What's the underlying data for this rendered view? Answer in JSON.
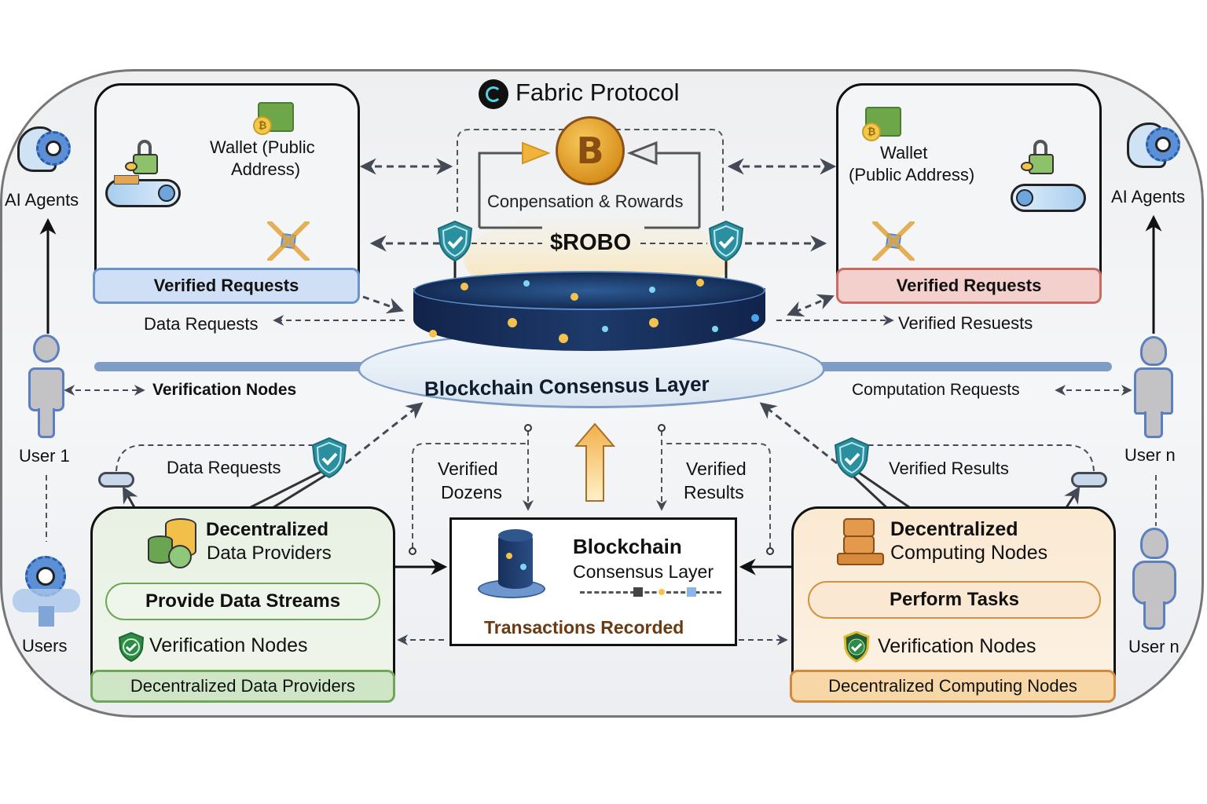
{
  "title": "Fabric Protocol",
  "token": "$ROBO",
  "rewards": {
    "label": "Conpensation & Rowards"
  },
  "consensus_layer": {
    "label": "Blockchain Consensus Layer"
  },
  "top_left_panel": {
    "wallet_label_line1": "Wallet (Public",
    "wallet_label_line2": "Address)",
    "footer": "Verified Requests"
  },
  "top_right_panel": {
    "wallet_label_line1": "Wallet",
    "wallet_label_line2": "(Public Address)",
    "footer": "Verified Requests"
  },
  "left_actors": {
    "ai_agents": "AI Agents",
    "user1": "User 1",
    "users": "Users"
  },
  "right_actors": {
    "ai_agents": "AI Agents",
    "user_n_top": "User n",
    "user_n_bottom": "User n"
  },
  "flow_labels": {
    "data_requests_top": "Data Requests",
    "verified_resuests": "Verified Resuests",
    "verification_nodes_left": "Verification Nodes",
    "computation_requests": "Computation Requests",
    "data_requests_mid": "Data Requests",
    "verified_results_mid": "Verified Results",
    "verified_dozens_line1": "Verified",
    "verified_dozens_line2": "Dozens",
    "verified_results_line1": "Verified",
    "verified_results_line2": "Results"
  },
  "data_providers": {
    "title_line1": "Decentralized",
    "title_line2": "Data Providers",
    "action": "Provide Data Streams",
    "verification": "Verification Nodes",
    "footer": "Decentralized Data Providers"
  },
  "computing_nodes": {
    "title_line1": "Decentralized",
    "title_line2": "Computing Nodes",
    "action": "Perform Tasks",
    "verification": "Verification Nodes",
    "footer": "Decentralized Computing Nodes"
  },
  "center_box": {
    "title_line1": "Blockchain",
    "title_line2": "Consensus Layer",
    "status": "Transactions Recorded"
  },
  "colors": {
    "blue_bar": "#cfe0f6",
    "red_bar": "#f4d0cd",
    "green_panel": "#e6f0e1",
    "orange_panel": "#fbe9d3",
    "teal_shield": "#2a8f9e",
    "coin_gold": "#e0a126",
    "disk_navy": "#1b3358"
  }
}
